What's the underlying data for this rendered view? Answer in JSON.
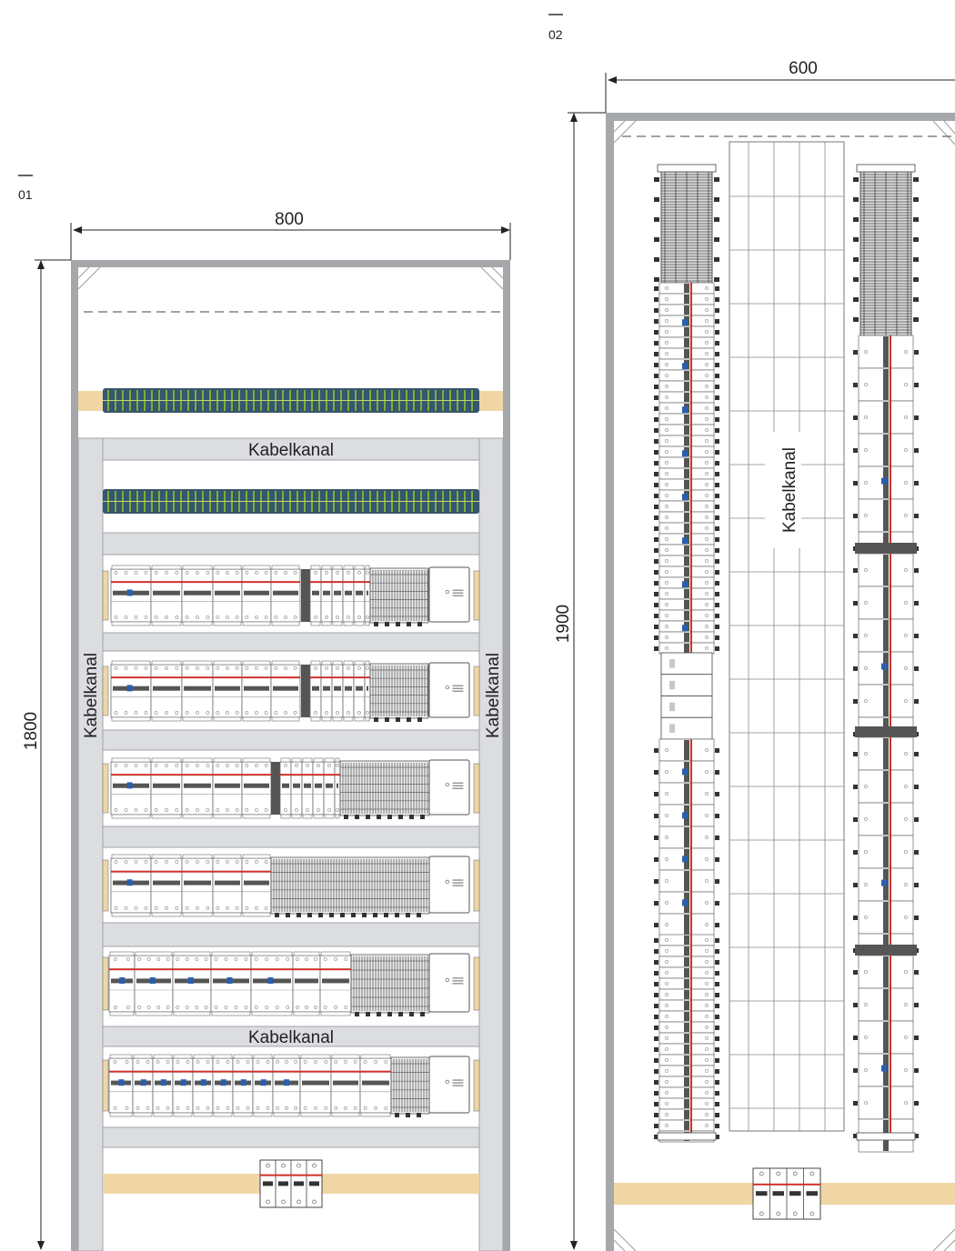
{
  "fig1": {
    "number": "01",
    "width_label": "800",
    "height_label": "1800"
  },
  "fig2": {
    "number": "02",
    "width_label": "600",
    "height_label": "1900"
  },
  "duct_label": "Kabelkanal",
  "colors": {
    "frame": "#a6a7aa",
    "duct": "#dcdde0",
    "duct_border": "#a2a3a6",
    "terminal_blue": "#2f5a7a",
    "terminal_green": "#7fae3a",
    "busbar": "#f0d6a5",
    "phase_red": "#d0302a",
    "indicator_blue": "#2a5fb0",
    "module_line": "#6a6a6a",
    "separator_dark": "#555555"
  },
  "icons": [
    "mcb-module-icon",
    "rcd-module-icon",
    "terminal-block-icon",
    "meter-module-icon",
    "busbar-icon",
    "main-switch-icon"
  ]
}
